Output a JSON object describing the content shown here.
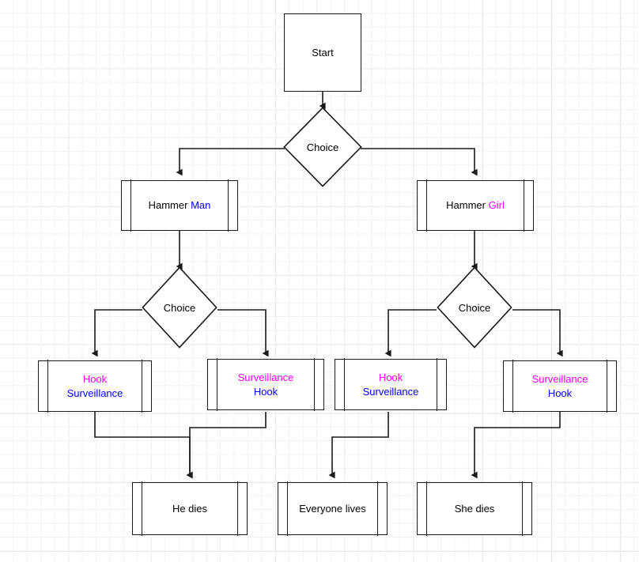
{
  "diagram": {
    "title": "Story branching flowchart",
    "background": "#ffffff",
    "grid_minor_color": "#f2f2f2",
    "grid_major_color": "#dcdcdc",
    "stroke_color": "#1a1a1a",
    "colors": {
      "black": "#000000",
      "blue": "#0000ff",
      "magenta": "#ff00ff"
    }
  },
  "nodes": {
    "start": {
      "label": "Start",
      "shape": "rectangle"
    },
    "choice_top": {
      "label": "Choice",
      "shape": "diamond"
    },
    "hammer_man": {
      "shape": "predefined-process",
      "text_black": "Hammer",
      "text_colored": "Man",
      "colored_color": "blue"
    },
    "hammer_girl": {
      "shape": "predefined-process",
      "text_black": "Hammer",
      "text_colored": "Girl",
      "colored_color": "magenta"
    },
    "choice_left": {
      "label": "Choice",
      "shape": "diamond"
    },
    "choice_right": {
      "label": "Choice",
      "shape": "diamond"
    },
    "hook_surveillance_left": {
      "shape": "predefined-process",
      "line1": "Hook",
      "line1_color": "magenta",
      "line2": "Surveillance",
      "line2_color": "blue"
    },
    "surveillance_hook_left": {
      "shape": "predefined-process",
      "line1": "Surveillance",
      "line1_color": "magenta",
      "line2": "Hook",
      "line2_color": "blue"
    },
    "hook_surveillance_right": {
      "shape": "predefined-process",
      "line1": "Hook",
      "line1_color": "magenta",
      "line2": "Surveillance",
      "line2_color": "blue"
    },
    "surveillance_hook_right": {
      "shape": "predefined-process",
      "line1": "Surveillance",
      "line1_color": "magenta",
      "line2": "Hook",
      "line2_color": "blue"
    },
    "he_dies": {
      "label": "He dies",
      "shape": "predefined-process"
    },
    "everyone_lives": {
      "label": "Everyone lives",
      "shape": "predefined-process"
    },
    "she_dies": {
      "label": "She dies",
      "shape": "predefined-process"
    }
  }
}
